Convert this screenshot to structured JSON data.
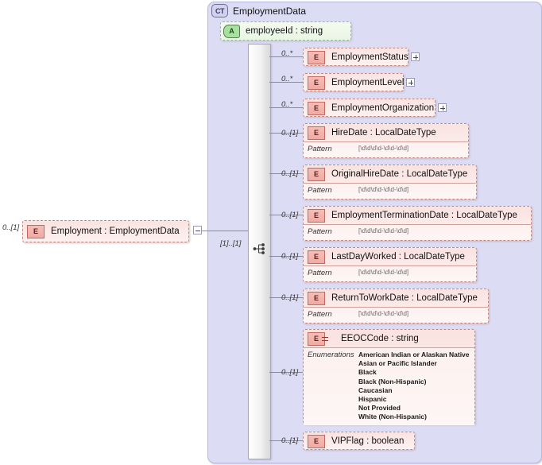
{
  "diagram": {
    "kind": "xsd-schema-diagram",
    "complex_type": {
      "badge": "CT",
      "name": "EmploymentData"
    },
    "attribute": {
      "badge": "A",
      "label": "employeeId : string"
    },
    "root_element": {
      "badge": "E",
      "label": "Employment : EmploymentData",
      "cardinality": "0..[1]",
      "toggle": "minus-box"
    },
    "compositor": {
      "type": "sequence",
      "cardinality": "[1]..[1]"
    },
    "facet_labels": {
      "pattern": "Pattern",
      "enumerations": "Enumerations"
    },
    "date_pattern": "[\\d\\d\\d\\d-\\d\\d-\\d\\d]",
    "elements": [
      {
        "badge": "E",
        "name": "EmploymentStatus",
        "cardinality": "0..*",
        "expandable": true
      },
      {
        "badge": "E",
        "name": "EmploymentLevel",
        "cardinality": "0..*",
        "expandable": true
      },
      {
        "badge": "E",
        "name": "EmploymentOrganization",
        "cardinality": "0..*",
        "expandable": true
      },
      {
        "badge": "E",
        "name": "HireDate : LocalDateType",
        "cardinality": "0..[1]",
        "facet": "Pattern",
        "facet_value": "[\\d\\d\\d\\d-\\d\\d-\\d\\d]"
      },
      {
        "badge": "E",
        "name": "OriginalHireDate : LocalDateType",
        "cardinality": "0..[1]",
        "facet": "Pattern",
        "facet_value": "[\\d\\d\\d\\d-\\d\\d-\\d\\d]"
      },
      {
        "badge": "E",
        "name": "EmploymentTerminationDate : LocalDateType",
        "cardinality": "0..[1]",
        "facet": "Pattern",
        "facet_value": "[\\d\\d\\d\\d-\\d\\d-\\d\\d]"
      },
      {
        "badge": "E",
        "name": "LastDayWorked : LocalDateType",
        "cardinality": "0..[1]",
        "facet": "Pattern",
        "facet_value": "[\\d\\d\\d\\d-\\d\\d-\\d\\d]"
      },
      {
        "badge": "E",
        "name": "ReturnToWorkDate : LocalDateType",
        "cardinality": "0..[1]",
        "facet": "Pattern",
        "facet_value": "[\\d\\d\\d\\d-\\d\\d-\\d\\d]"
      },
      {
        "badge": "E",
        "name": "EEOCCode : string",
        "cardinality": "0..[1]",
        "facet": "Enumerations",
        "enumerations": [
          "American Indian or Alaskan Native",
          "Asian or Pacific Islander",
          "Black",
          "Black (Non-Hispanic)",
          "Caucasian",
          "Hispanic",
          "Not Provided",
          "White (Non-Hispanic)"
        ]
      },
      {
        "badge": "E",
        "name": "VIPFlag  : boolean",
        "cardinality": "0..[1]"
      }
    ],
    "colors": {
      "container_bg": "#dcdcf5",
      "container_border": "#b9b9dd",
      "element_bg": "#fae3e1",
      "element_border": "#c08b86",
      "badge_e": "#f6bdb7",
      "badge_a": "#a8e0a0",
      "badge_ct": "#d2d2ee",
      "connector": "#8a8aa0"
    }
  }
}
